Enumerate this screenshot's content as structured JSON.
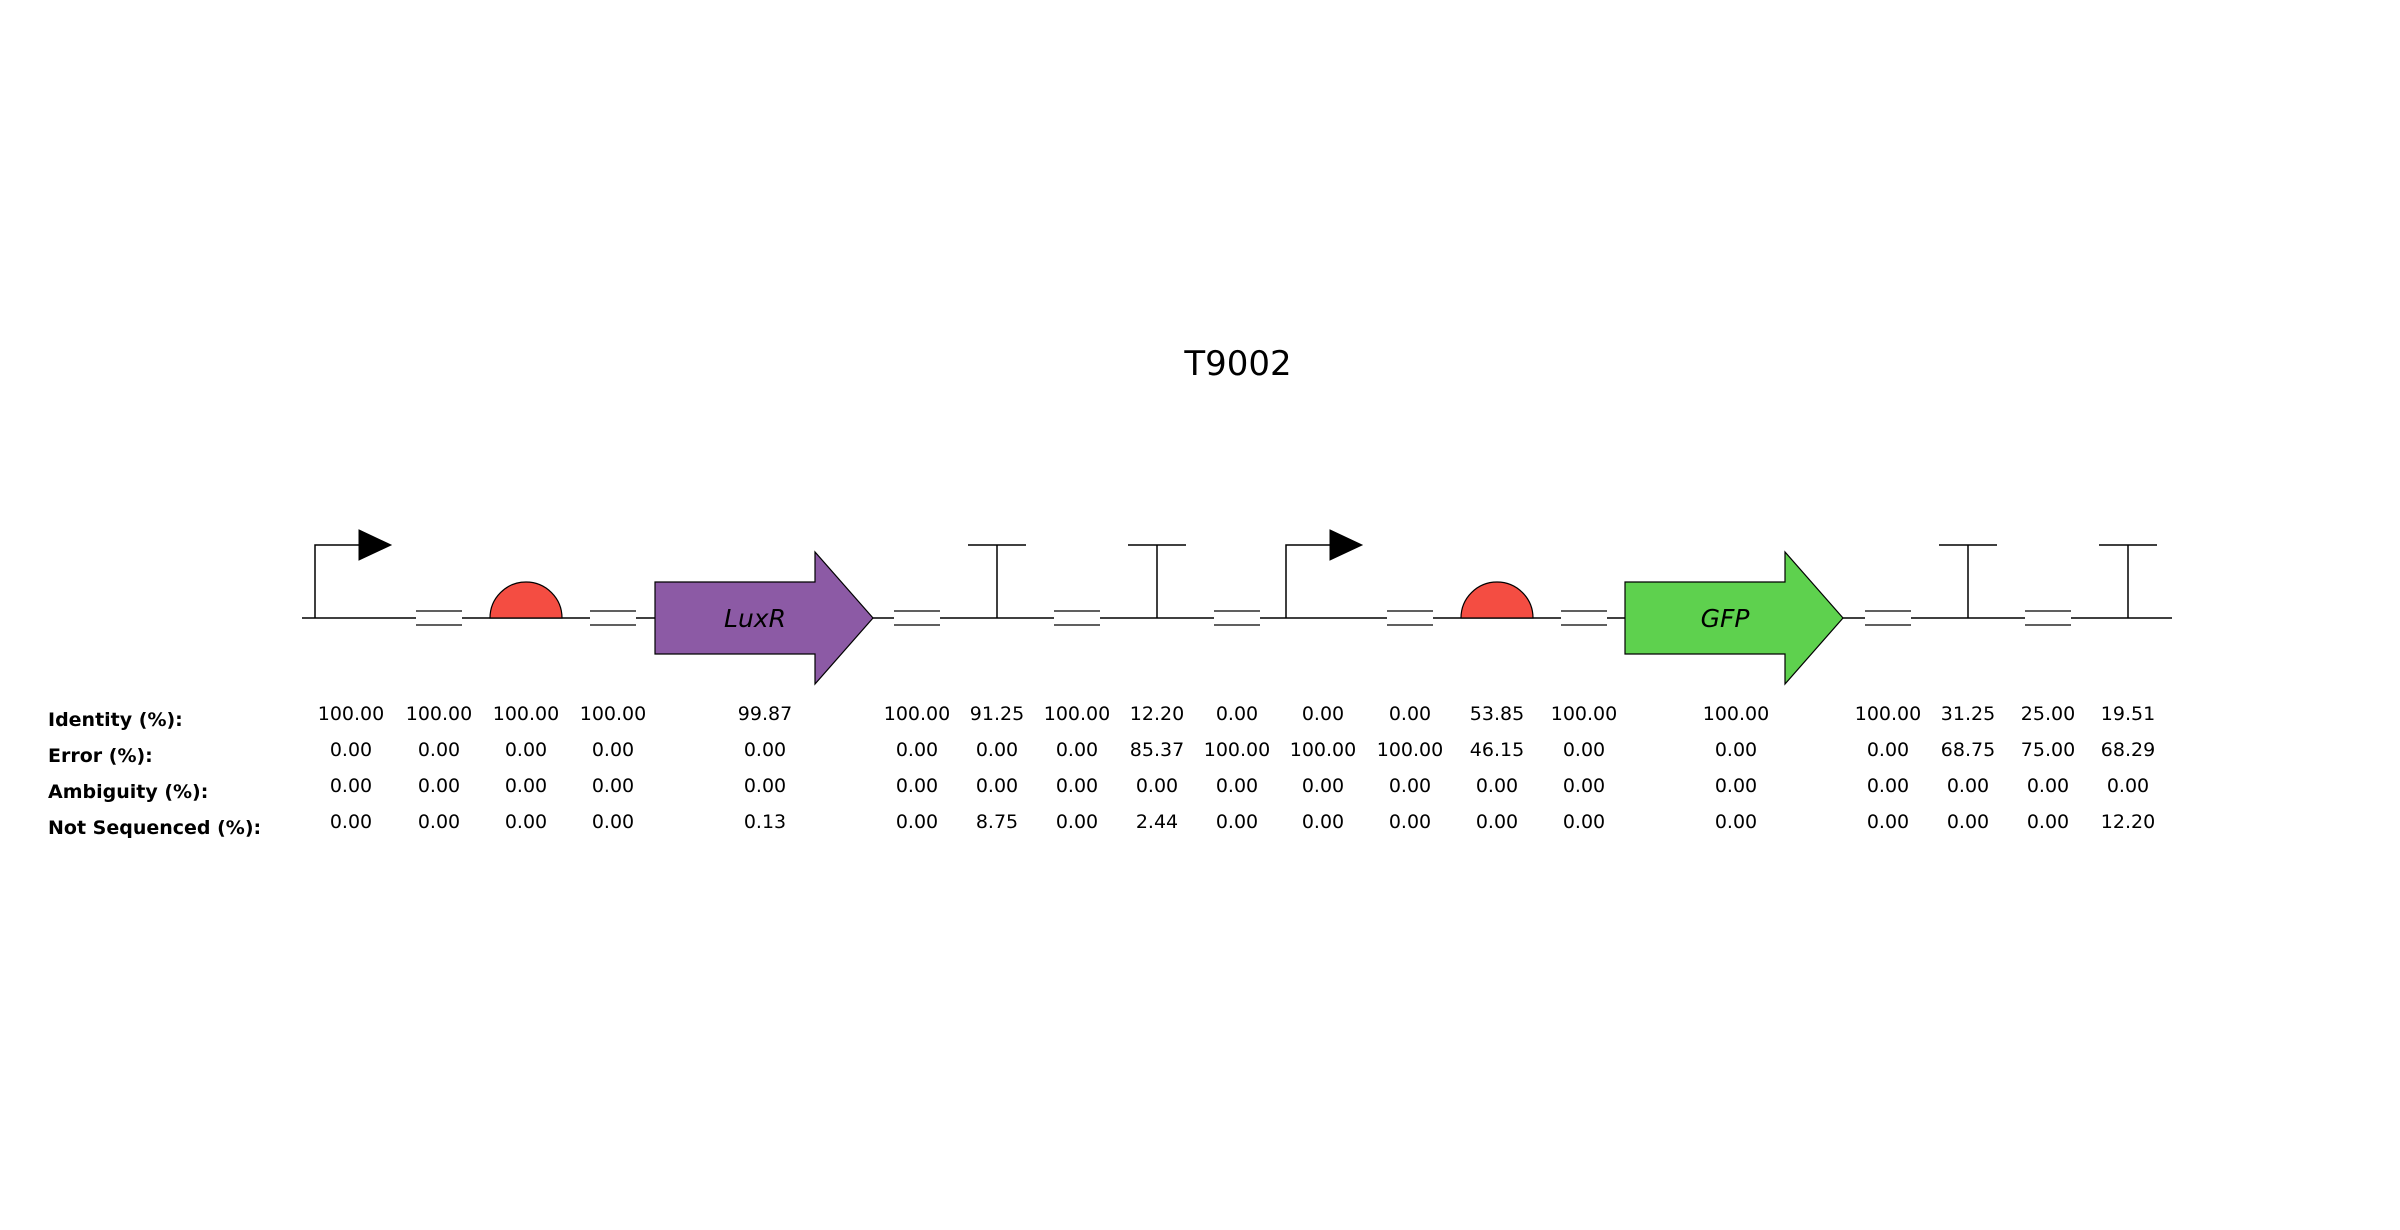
{
  "title": "T9002",
  "colors": {
    "promoter": "#000000",
    "rbs": "#f44d42",
    "luxr": "#8c5aa5",
    "gfp": "#5ed14e",
    "line": "#000000"
  },
  "parts": [
    {
      "id": "p1",
      "type": "promoter",
      "label": ""
    },
    {
      "id": "s1",
      "type": "spacer",
      "label": ""
    },
    {
      "id": "r1",
      "type": "rbs",
      "label": ""
    },
    {
      "id": "s2",
      "type": "spacer",
      "label": ""
    },
    {
      "id": "c1",
      "type": "cds",
      "label": "LuxR",
      "color": "#8c5aa5"
    },
    {
      "id": "s3",
      "type": "spacer",
      "label": ""
    },
    {
      "id": "t1",
      "type": "terminator",
      "label": ""
    },
    {
      "id": "s4",
      "type": "spacer",
      "label": ""
    },
    {
      "id": "t2",
      "type": "terminator",
      "label": ""
    },
    {
      "id": "s5",
      "type": "spacer",
      "label": ""
    },
    {
      "id": "p2",
      "type": "promoter",
      "label": ""
    },
    {
      "id": "s6",
      "type": "spacer",
      "label": ""
    },
    {
      "id": "r2",
      "type": "rbs",
      "label": ""
    },
    {
      "id": "s7",
      "type": "spacer",
      "label": ""
    },
    {
      "id": "c2",
      "type": "cds",
      "label": "GFP",
      "color": "#5ed14e"
    },
    {
      "id": "s8",
      "type": "spacer",
      "label": ""
    },
    {
      "id": "t3",
      "type": "terminator",
      "label": ""
    },
    {
      "id": "s9",
      "type": "spacer",
      "label": ""
    },
    {
      "id": "t4",
      "type": "terminator",
      "label": ""
    }
  ],
  "rows": [
    {
      "label": "Identity (%):",
      "values": [
        "100.00",
        "100.00",
        "100.00",
        "100.00",
        "99.87",
        "100.00",
        "91.25",
        "100.00",
        "12.20",
        "0.00",
        "0.00",
        "0.00",
        "53.85",
        "100.00",
        "100.00",
        "100.00",
        "31.25",
        "25.00",
        "19.51"
      ]
    },
    {
      "label": "Error (%):",
      "values": [
        "0.00",
        "0.00",
        "0.00",
        "0.00",
        "0.00",
        "0.00",
        "0.00",
        "0.00",
        "85.37",
        "100.00",
        "100.00",
        "100.00",
        "46.15",
        "0.00",
        "0.00",
        "0.00",
        "68.75",
        "75.00",
        "68.29"
      ]
    },
    {
      "label": "Ambiguity (%):",
      "values": [
        "0.00",
        "0.00",
        "0.00",
        "0.00",
        "0.00",
        "0.00",
        "0.00",
        "0.00",
        "0.00",
        "0.00",
        "0.00",
        "0.00",
        "0.00",
        "0.00",
        "0.00",
        "0.00",
        "0.00",
        "0.00",
        "0.00"
      ]
    },
    {
      "label": "Not Sequenced (%):",
      "values": [
        "0.00",
        "0.00",
        "0.00",
        "0.00",
        "0.13",
        "0.00",
        "8.75",
        "0.00",
        "2.44",
        "0.00",
        "0.00",
        "0.00",
        "0.00",
        "0.00",
        "0.00",
        "0.00",
        "0.00",
        "0.00",
        "12.20"
      ]
    }
  ]
}
